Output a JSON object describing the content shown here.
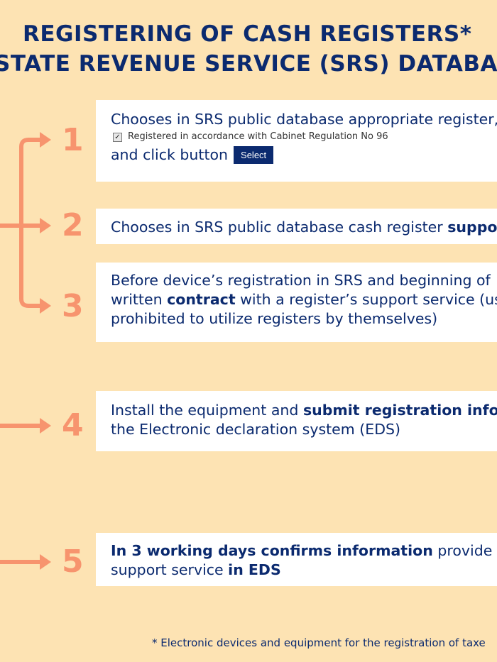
{
  "title": {
    "line1": "REGISTERING OF CASH REGISTERS*",
    "line2": "STATE REVENUE SERVICE (SRS) DATABA"
  },
  "steps": [
    {
      "number": "1",
      "text_a": "Chooses in SRS public database appropriate register,",
      "checkbox_label": "Registered in accordance with Cabinet Regulation No 96",
      "text_b": "and click button",
      "button_label": "Select"
    },
    {
      "number": "2",
      "text": "Chooses in SRS public database cash register ",
      "bold": "suppo"
    },
    {
      "number": "3",
      "line1": "Before device’s registration in SRS and beginning of",
      "line2_a": "written ",
      "line2_bold": "contract",
      "line2_b": " with a register’s support service (us",
      "line3": "prohibited to utilize registers by themselves)"
    },
    {
      "number": "4",
      "line1_a": "Install the equipment and ",
      "line1_bold": "submit registration info",
      "line2": "the Electronic declaration system (EDS)"
    },
    {
      "number": "5",
      "line1_bold": "In 3 working days confirms information",
      "line1_b": " provide",
      "line2_a": "support service ",
      "line2_bold": "in EDS"
    }
  ],
  "footnote": "* Electronic devices and equipment for the registration of taxe"
}
